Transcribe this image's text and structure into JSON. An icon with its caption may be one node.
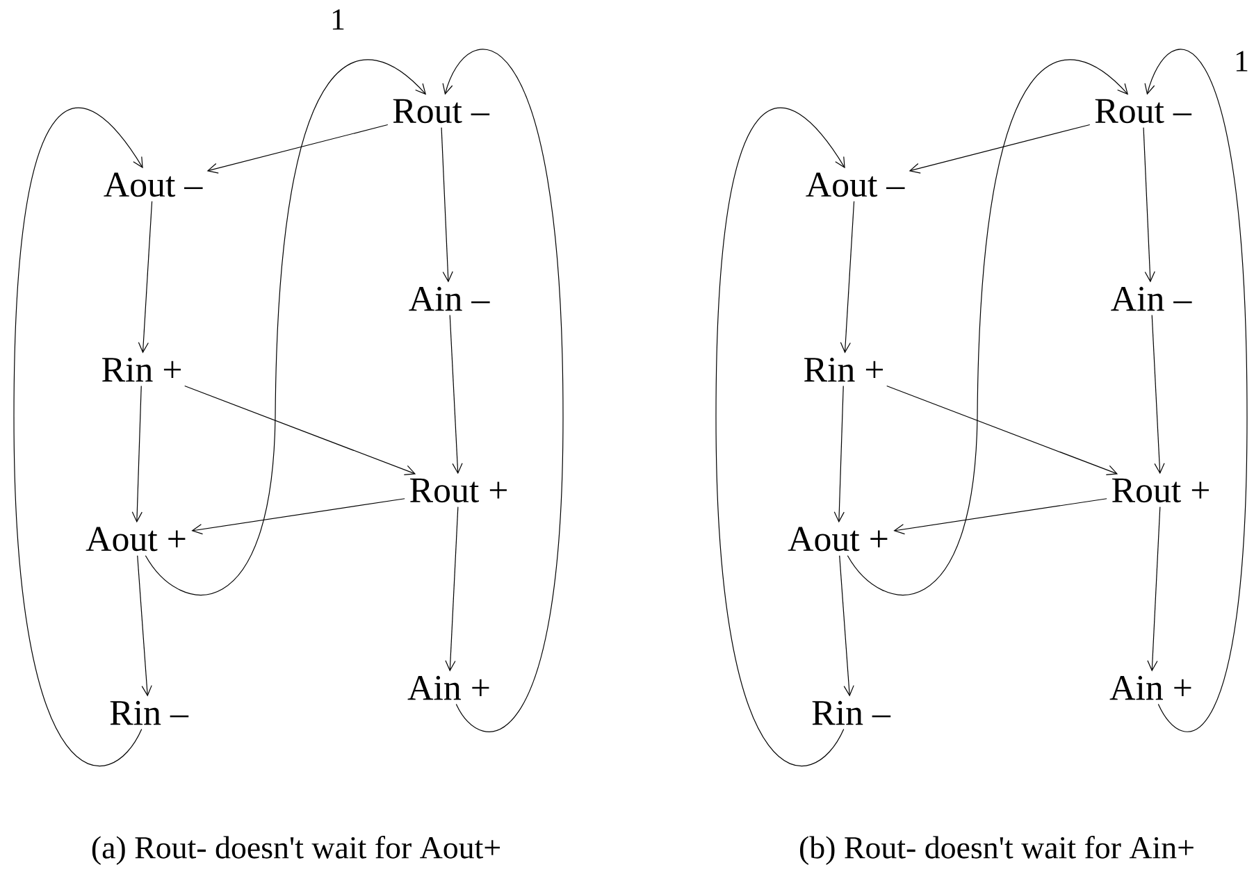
{
  "diagram": {
    "nodes": [
      {
        "text": [
          "Rout –"
        ]
      },
      {
        "text": [
          "Aout –"
        ]
      },
      {
        "text": [
          "Ain –"
        ]
      },
      {
        "text": [
          "Rin +"
        ]
      },
      {
        "text": [
          "Rout +"
        ]
      },
      {
        "text": [
          "Aout +"
        ]
      },
      {
        "text": [
          "Ain +"
        ]
      },
      {
        "text": [
          "Rin –"
        ]
      },
      {
        "text": [
          "Rout –"
        ]
      },
      {
        "text": [
          "Aout –"
        ]
      },
      {
        "text": [
          "Ain –"
        ]
      },
      {
        "text": [
          "Rin +"
        ]
      },
      {
        "text": [
          "Rout +"
        ]
      },
      {
        "text": [
          "Aout +"
        ]
      },
      {
        "text": [
          "Ain +"
        ]
      },
      {
        "text": [
          "Rin –"
        ]
      }
    ],
    "edges": [
      {
        "from": 0,
        "to": 1,
        "arrow": "to"
      },
      {
        "from": 0,
        "to": 2,
        "arrow": "to"
      },
      {
        "from": 1,
        "to": 3,
        "arrow": "to"
      },
      {
        "from": 2,
        "to": 4,
        "arrow": "to"
      },
      {
        "from": 3,
        "to": 4,
        "arrow": "to"
      },
      {
        "from": 3,
        "to": 5,
        "arrow": "to"
      },
      {
        "from": 4,
        "to": 5,
        "arrow": "to"
      },
      {
        "from": 5,
        "to": 7,
        "arrow": "to"
      },
      {
        "from": 4,
        "to": 6,
        "arrow": "to"
      },
      {
        "from": 7,
        "to": 1,
        "arrow": "to"
      },
      {
        "from": 5,
        "to": 0,
        "arrow": "to",
        "label": "1"
      },
      {
        "from": 6,
        "to": 0,
        "arrow": "to"
      },
      {
        "from": 8,
        "to": 9,
        "arrow": "to"
      },
      {
        "from": 8,
        "to": 10,
        "arrow": "to"
      },
      {
        "from": 9,
        "to": 11,
        "arrow": "to"
      },
      {
        "from": 10,
        "to": 12,
        "arrow": "to"
      },
      {
        "from": 11,
        "to": 12,
        "arrow": "to"
      },
      {
        "from": 11,
        "to": 13,
        "arrow": "to"
      },
      {
        "from": 12,
        "to": 13,
        "arrow": "to"
      },
      {
        "from": 13,
        "to": 15,
        "arrow": "to"
      },
      {
        "from": 12,
        "to": 14,
        "arrow": "to"
      },
      {
        "from": 15,
        "to": 9,
        "arrow": "to"
      },
      {
        "from": 13,
        "to": 8,
        "arrow": "to"
      },
      {
        "from": 14,
        "to": 8,
        "arrow": "to",
        "label": "1"
      }
    ],
    "labels": [
      "(a) Rout- doesn't wait for Aout+",
      "(b) Rout- doesn't wait for Ain+"
    ]
  }
}
